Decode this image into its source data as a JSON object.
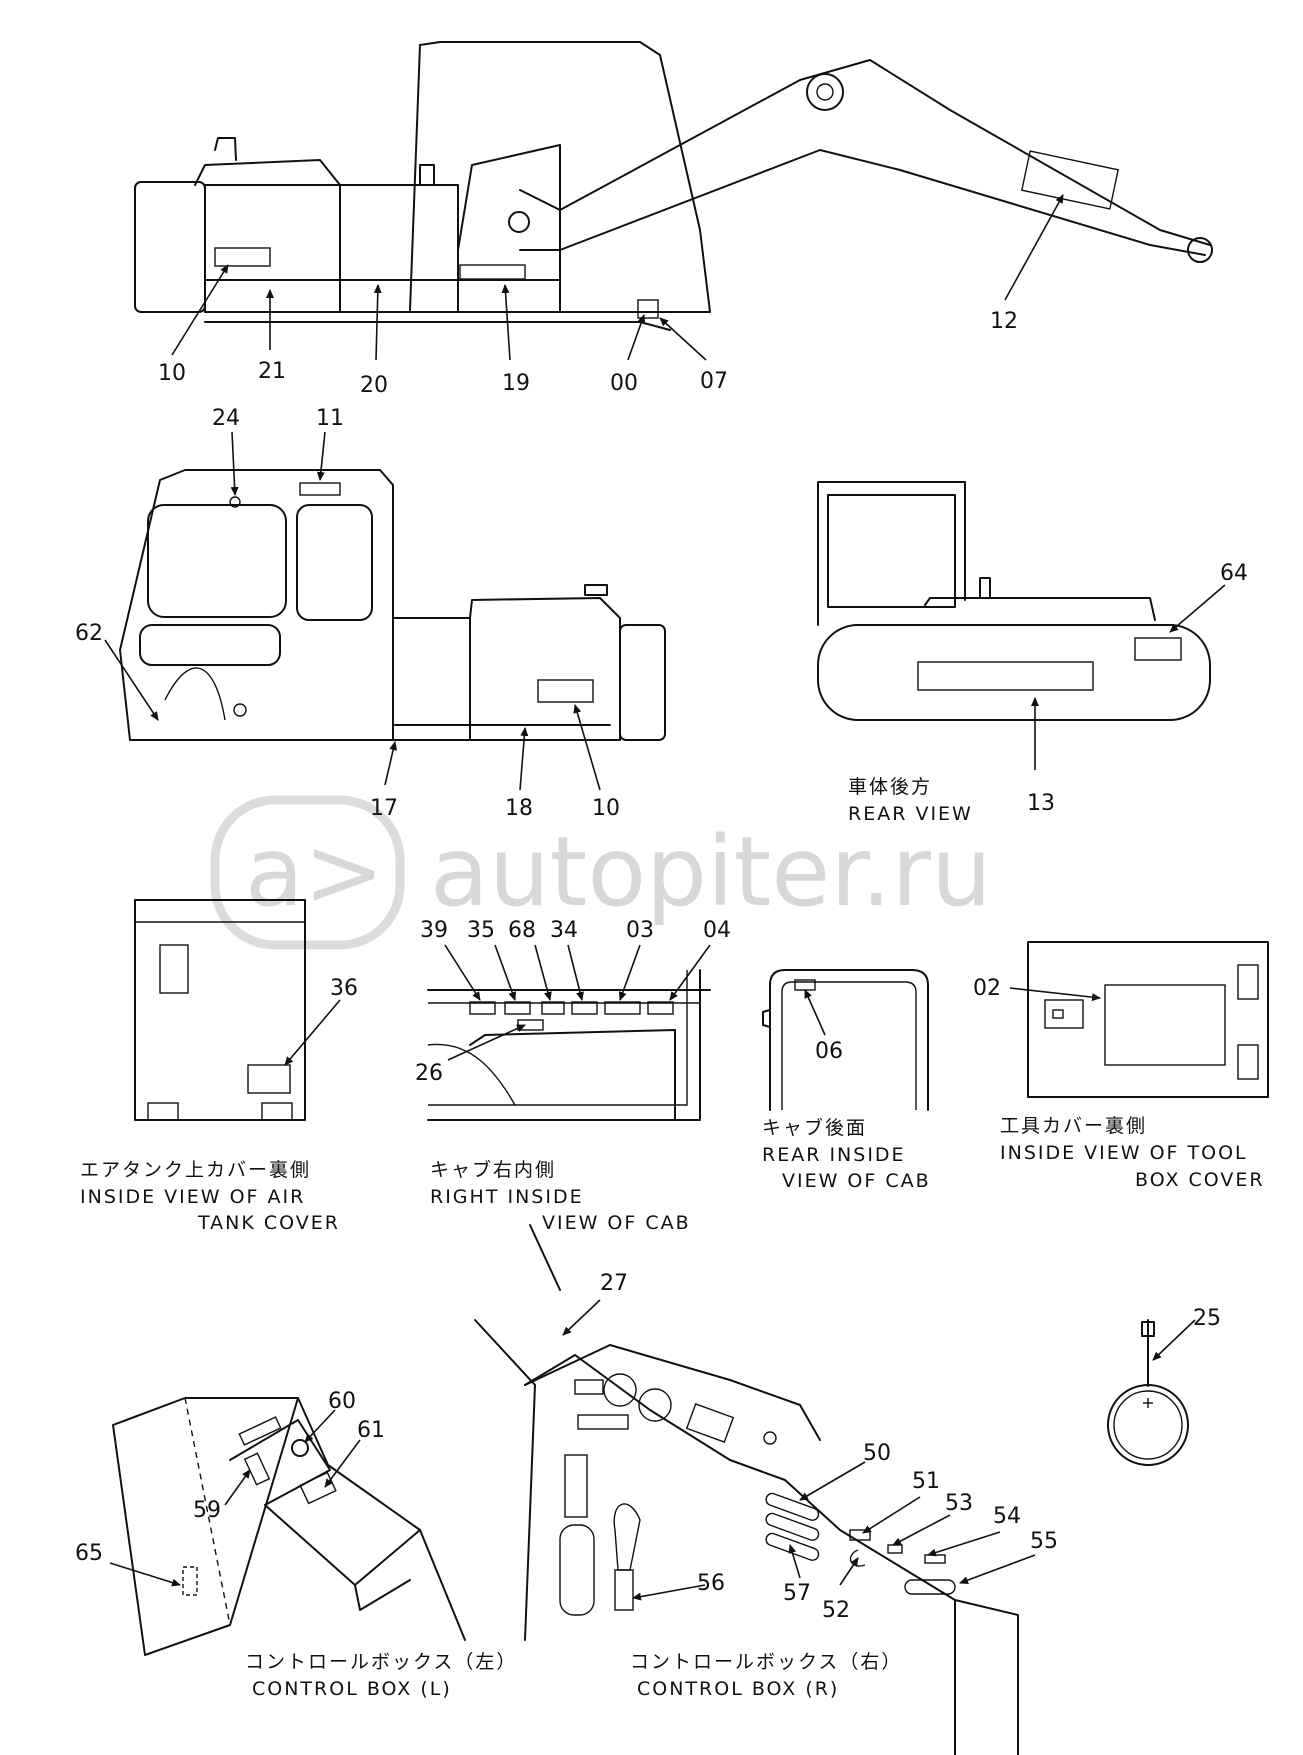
{
  "watermark": "autopiter.ru",
  "side_view": {
    "labels": [
      "10",
      "21",
      "20",
      "19",
      "00",
      "07",
      "12"
    ]
  },
  "cab_view": {
    "labels": [
      "24",
      "11",
      "62",
      "17",
      "18",
      "10"
    ]
  },
  "rear_view": {
    "labels": [
      "64",
      "13"
    ],
    "caption_jp": "車体後方",
    "caption_en": "REAR VIEW"
  },
  "air_tank_cover": {
    "labels": [
      "36"
    ],
    "caption_jp": "エアタンク上カバー裏側",
    "caption_en_1": "INSIDE VIEW OF AIR",
    "caption_en_2": "TANK COVER"
  },
  "cab_right_inside": {
    "labels": [
      "39",
      "35",
      "68",
      "34",
      "03",
      "04",
      "26"
    ],
    "caption_jp": "キャブ右内側",
    "caption_en_1": "RIGHT INSIDE",
    "caption_en_2": "VIEW OF CAB"
  },
  "cab_rear_inside": {
    "labels": [
      "06"
    ],
    "caption_jp": "キャブ後面",
    "caption_en_1": "REAR INSIDE",
    "caption_en_2": "VIEW OF CAB"
  },
  "tool_box_cover": {
    "labels": [
      "02"
    ],
    "caption_jp": "工具カバー裏側",
    "caption_en_1": "INSIDE VIEW OF TOOL",
    "caption_en_2": "BOX COVER"
  },
  "ring_part": {
    "labels": [
      "25"
    ]
  },
  "control_box_l": {
    "labels": [
      "60",
      "61",
      "59",
      "65"
    ],
    "caption_jp": "コントロールボックス（左）",
    "caption_en": "CONTROL BOX (L)"
  },
  "control_box_r": {
    "labels": [
      "27",
      "50",
      "51",
      "53",
      "54",
      "55",
      "57",
      "52",
      "56"
    ],
    "caption_jp": "コントロールボックス（右）",
    "caption_en": "CONTROL BOX (R)"
  }
}
